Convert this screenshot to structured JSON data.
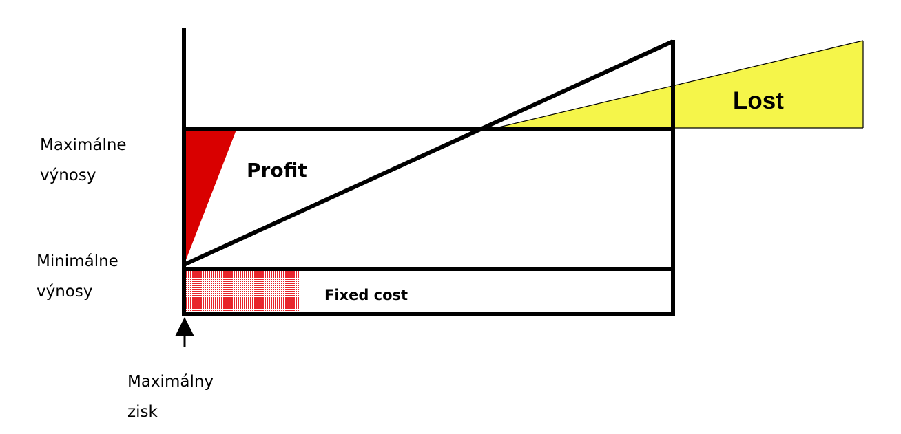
{
  "labels": {
    "lost": "Lost",
    "profit": "Profit",
    "fixed_cost": "Fixed cost",
    "max_revenue": [
      "Maximálne",
      "výnosy"
    ],
    "min_revenue": [
      "Minimálne",
      "výnosy"
    ],
    "max_profit": [
      "Maximálny",
      "zisk"
    ]
  },
  "colors": {
    "lost_area": "#f5f54a",
    "profit_wedge": "#d90000",
    "fixed_cost_area": "#e8242b",
    "lines": "#000000",
    "background": "#ffffff"
  },
  "icons": {
    "max_profit_marker": "arrow-up-icon"
  }
}
